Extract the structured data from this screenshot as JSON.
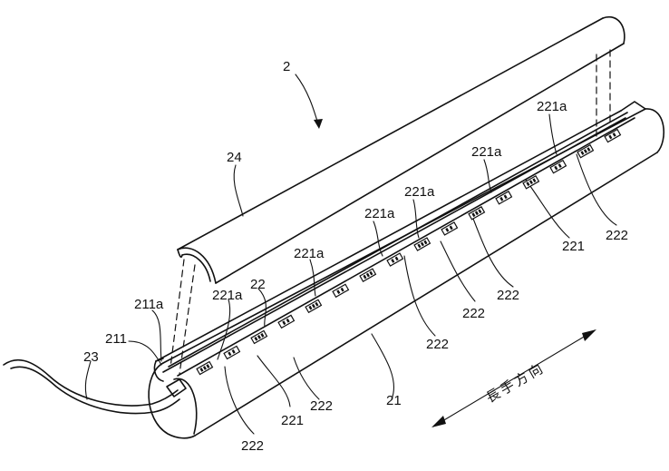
{
  "figure_number": "2",
  "labels": {
    "cover": "24",
    "base": "21",
    "board": "22",
    "cable": "23",
    "wall": "211",
    "wall_edge": "211a",
    "led": "221",
    "led_edge": "221a",
    "resistor": "222",
    "direction": "長手方向"
  },
  "colors": {
    "line": "#111111",
    "background": "#ffffff"
  }
}
